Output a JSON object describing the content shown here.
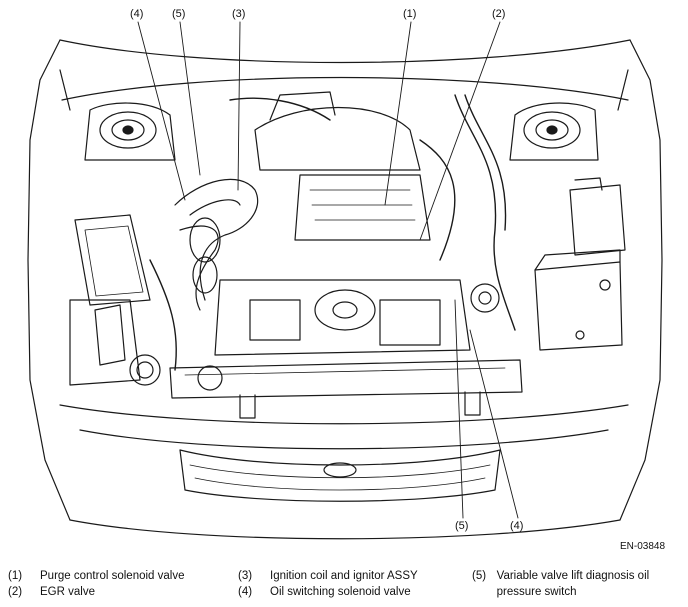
{
  "figure_id": "EN-03848",
  "callouts": {
    "c1_top": "(1)",
    "c2_top": "(2)",
    "c3_top": "(3)",
    "c4_top": "(4)",
    "c5_top": "(5)",
    "c5_bottom": "(5)",
    "c4_bottom": "(4)"
  },
  "legend": [
    {
      "num": "(1)",
      "text": "Purge control solenoid valve"
    },
    {
      "num": "(2)",
      "text": "EGR valve"
    },
    {
      "num": "(3)",
      "text": "Ignition coil and ignitor ASSY"
    },
    {
      "num": "(4)",
      "text": "Oil switching solenoid valve"
    },
    {
      "num": "(5)",
      "text": "Variable valve lift diagnosis oil pressure switch"
    }
  ]
}
